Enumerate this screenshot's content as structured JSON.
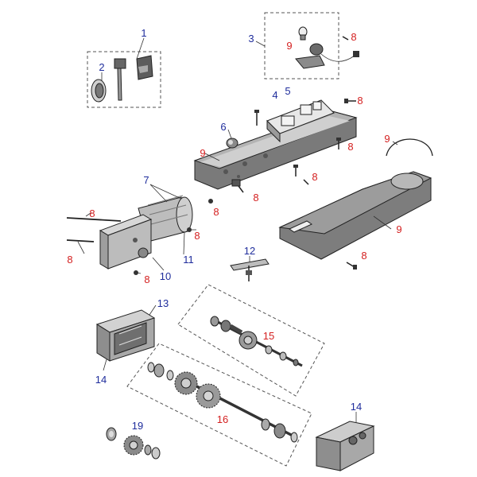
{
  "colors": {
    "callout_red": "#d42020",
    "callout_blue": "#1f2d9c",
    "part_dark": "#5e5e5e",
    "part_mid": "#8a8a8a",
    "part_light": "#c9c9c9",
    "part_highlight": "#e9e9e9"
  },
  "callouts": {
    "c1": "1",
    "c2": "2",
    "c3": "3",
    "c4": "4",
    "c5": "5",
    "c6": "6",
    "c7": "7",
    "c8a": "8",
    "c8b": "8",
    "c8c": "8",
    "c8d": "8",
    "c8e": "8",
    "c8f": "8",
    "c8g": "8",
    "c8h": "8",
    "c8i": "8",
    "c8j": "8",
    "c9a": "9",
    "c9b": "9",
    "c9c": "9",
    "c9d": "9",
    "c10": "10",
    "c11": "11",
    "c12": "12",
    "c13": "13",
    "c14a": "14",
    "c14b": "14",
    "c15": "15",
    "c16": "16",
    "c19": "19"
  }
}
